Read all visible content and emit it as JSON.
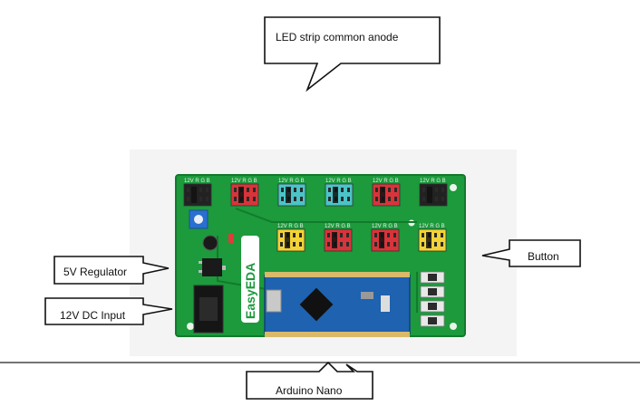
{
  "callouts": {
    "led_strip": "LED strip common anode",
    "button": "Button",
    "regulator": "5V Regulator",
    "dc_input": "12V DC Input",
    "arduino": "Arduino Nano"
  },
  "board": {
    "header_label": "12V R  G  B",
    "logo": "EasyEDA"
  },
  "colors": {
    "pcb_green": "#1c9a3c",
    "pcb_dark": "#137a2c",
    "nano_blue": "#1e62b0",
    "photo_bg": "#f4f4f4",
    "header_black": "#222222",
    "header_red": "#d8343a",
    "header_cyan": "#4bc4c9",
    "header_yellow": "#f3d335",
    "header_orange": "#f2b43a"
  },
  "headers_top": [
    "header_black",
    "header_red",
    "header_cyan",
    "header_cyan",
    "header_red",
    "header_black"
  ],
  "headers_bottom": [
    "header_yellow",
    "header_red",
    "header_red",
    "header_yellow"
  ]
}
